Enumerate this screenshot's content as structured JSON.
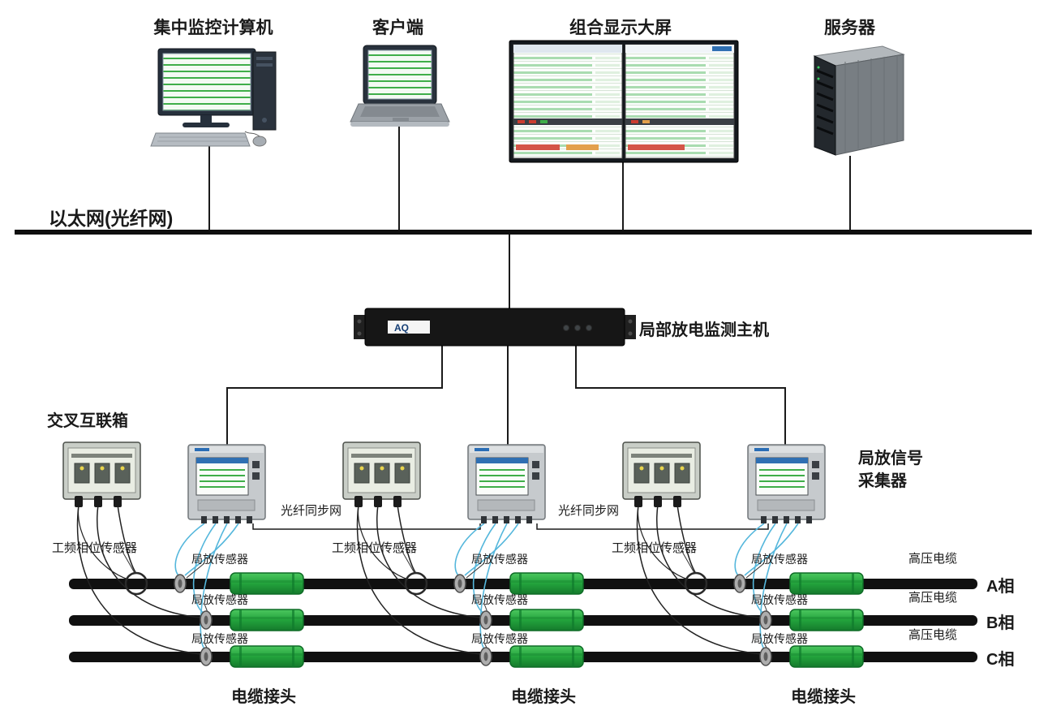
{
  "brand": "AQ",
  "network": {
    "bus_label": "以太网(光纤网)"
  },
  "devices": {
    "pc": "集中监控计算机",
    "client": "客户端",
    "display": "组合显示大屏",
    "server": "服务器",
    "host": "局部放电监测主机"
  },
  "field": {
    "cross_box": "交叉互联箱",
    "collector_line1": "局放信号",
    "collector_line2": "采集器",
    "fiber_sync": "光纤同步网",
    "phase_sensor": "工频相位传感器",
    "pd_sensor": "局放传感器",
    "hv_cable": "高压电缆",
    "joint": "电缆接头",
    "phases": [
      "A相",
      "B相",
      "C相"
    ]
  }
}
